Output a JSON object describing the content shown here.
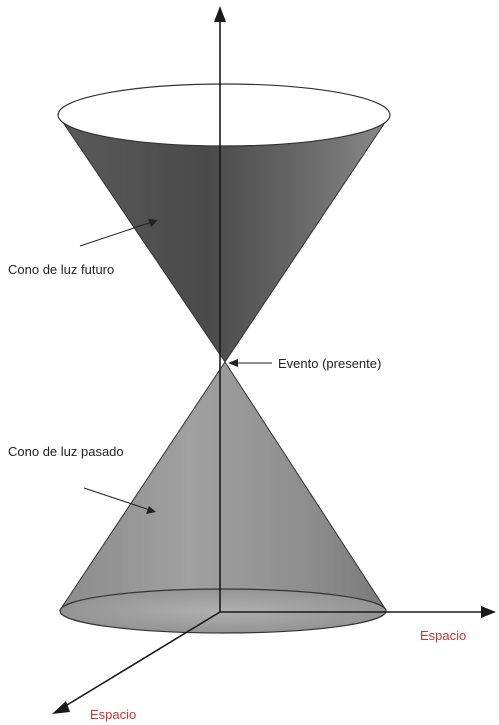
{
  "labels": {
    "future_cone": "Cono de luz futuro",
    "event": "Evento (presente)",
    "past_cone": "Cono de luz pasado",
    "space_axis_right": "Espacio",
    "space_axis_front": "Espacio"
  },
  "colors": {
    "cone_dark": "#4a4a4a",
    "cone_mid": "#7a7a7a",
    "cone_light": "#a8a8a8",
    "axis": "#1a1a1a",
    "label_text": "#222222",
    "axis_label": "#cc3333"
  }
}
